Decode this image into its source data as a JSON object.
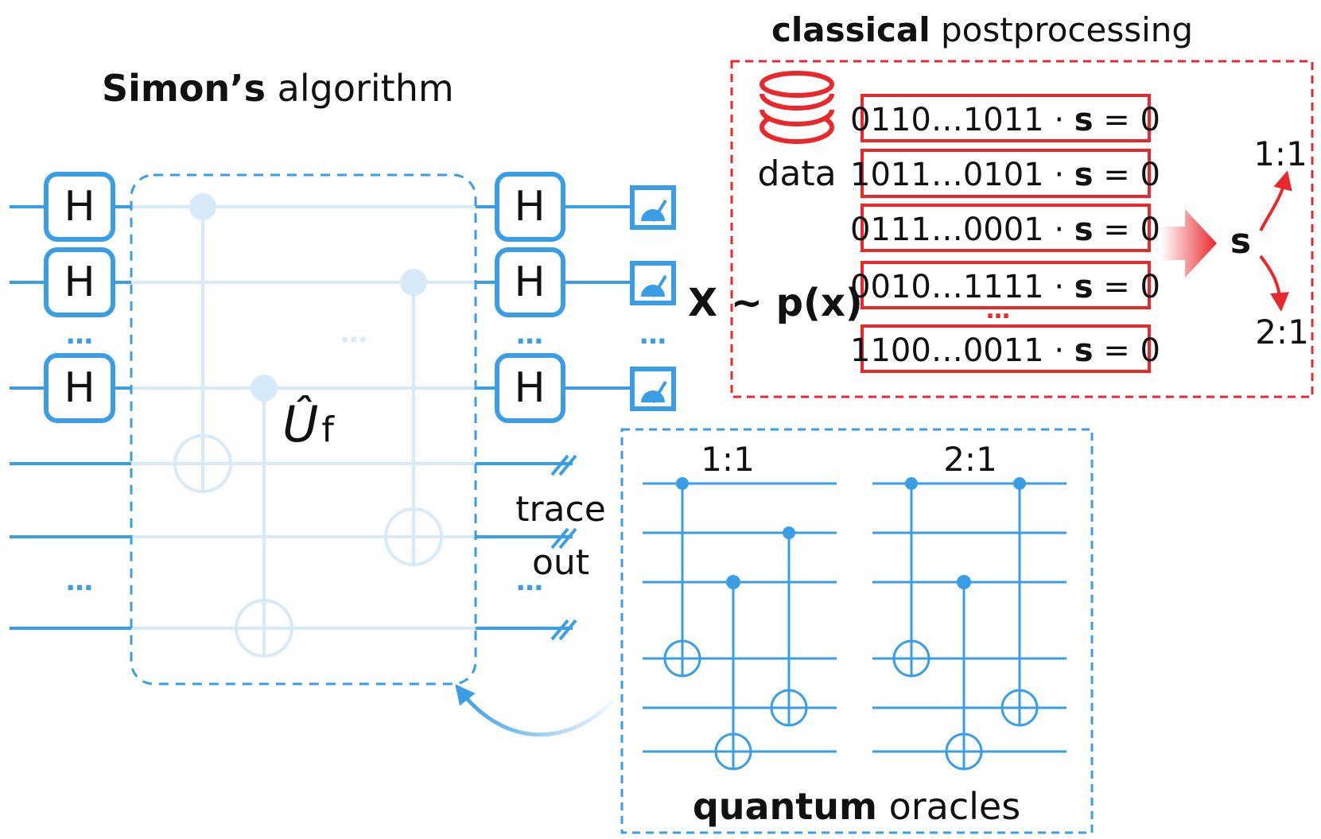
{
  "algorithm_title": {
    "bold": "Simon’s",
    "rest": " algorithm"
  },
  "postprocessing_title": {
    "bold": "classical",
    "rest": " postprocessing"
  },
  "hadamard_label": "H",
  "oracle_symbol": "Û",
  "oracle_subscript": "f",
  "ellipsis": "…",
  "trace_out": {
    "line1": "trace",
    "line2": "out"
  },
  "sample_label": "X ~ p(x)",
  "data_label": "data",
  "equations": [
    {
      "bits": "0110…1011",
      "op": " · ",
      "var": "s",
      "eq": " = 0"
    },
    {
      "bits": "1011…0101",
      "op": " · ",
      "var": "s",
      "eq": " = 0"
    },
    {
      "bits": "0111…0001",
      "op": " · ",
      "var": "s",
      "eq": " = 0"
    },
    {
      "bits": "0010…1111",
      "op": " · ",
      "var": "s",
      "eq": " = 0"
    },
    {
      "bits": "1100…0011",
      "op": " · ",
      "var": "s",
      "eq": " = 0"
    }
  ],
  "result_symbol": "s",
  "outcomes": [
    "1:1",
    "2:1"
  ],
  "oracle_panel_title": {
    "bold": "quantum",
    "rest": " oracles"
  },
  "oracle_examples": [
    "1:1",
    "2:1"
  ],
  "colors": {
    "quantum_blue": "#3a9ee6",
    "faded_blue": "#d6eaf8",
    "classical_red": "#e8282b",
    "text": "#111111"
  }
}
